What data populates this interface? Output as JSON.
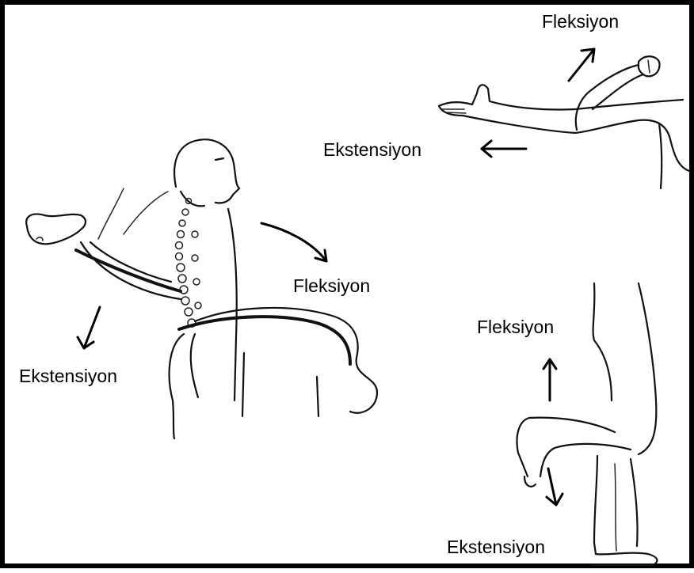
{
  "labels": {
    "arm_flexion": "Fleksiyon",
    "arm_extension": "Ekstensiyon",
    "spine_flexion": "Fleksiyon",
    "spine_extension": "Ekstensiyon",
    "leg_flexion": "Fleksiyon",
    "leg_extension": "Ekstensiyon"
  },
  "colors": {
    "ink": "#000000",
    "background": "#ffffff"
  }
}
